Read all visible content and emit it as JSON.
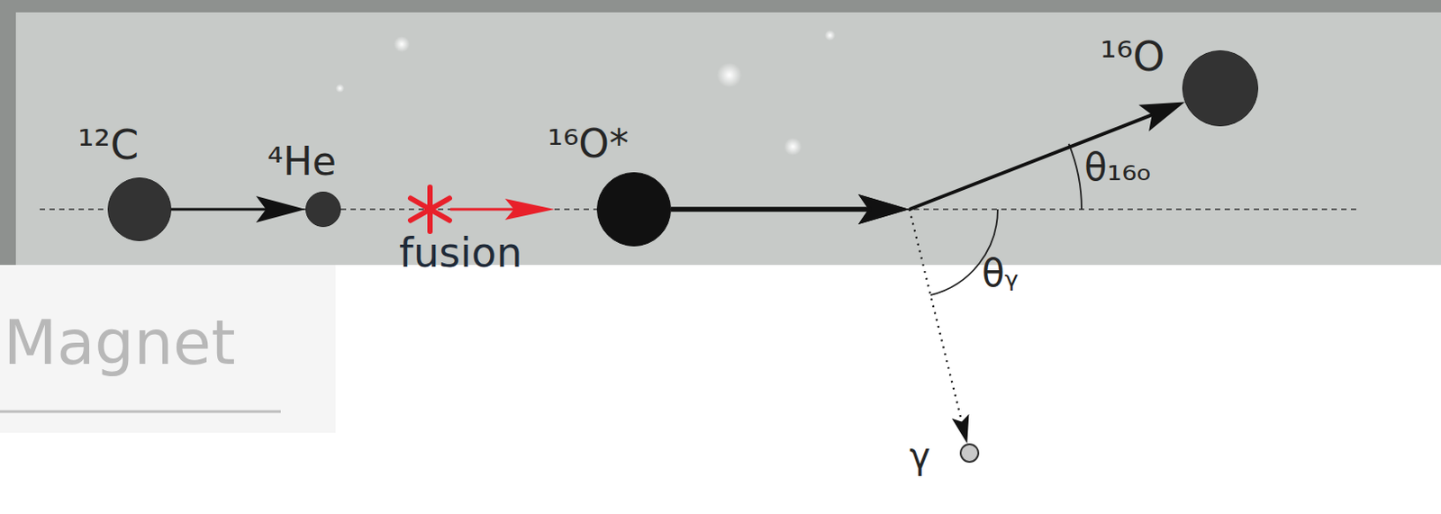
{
  "diagram": {
    "nodes": [
      {
        "text": [
          "¹²C"
        ]
      },
      {
        "text": [
          "⁴He"
        ]
      },
      {
        "text": [
          "¹⁶O*"
        ]
      },
      {
        "text": [
          "¹⁶O"
        ]
      },
      {
        "text": [
          "γ"
        ]
      }
    ],
    "edges": [
      {
        "from": 0,
        "to": 1,
        "arrow": "to"
      },
      {
        "from": 2,
        "to": 3,
        "arrow": "to"
      },
      {
        "from": 2,
        "to": 4,
        "arrow": "to"
      }
    ],
    "labels": [
      "fusion",
      "θ₁₆ₒ",
      "θᵧ",
      "Magnet"
    ]
  }
}
